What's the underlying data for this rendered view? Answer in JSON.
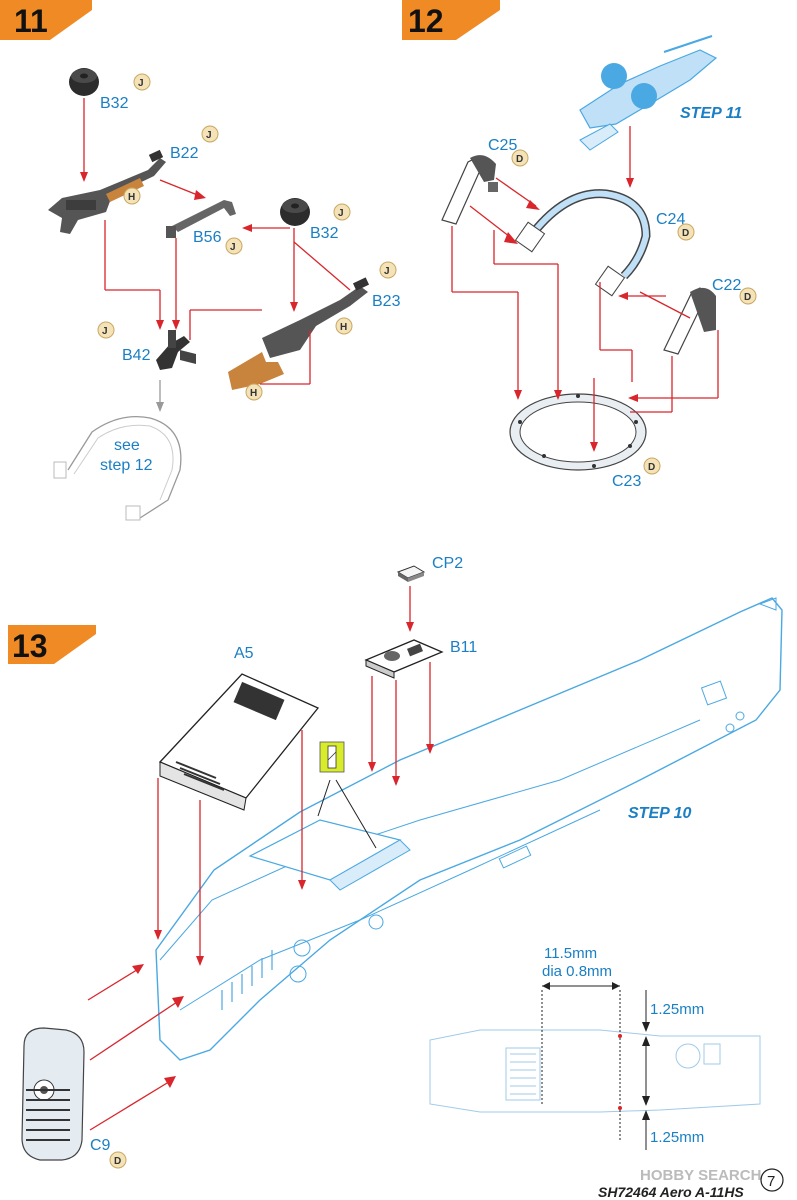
{
  "steps": {
    "s11": "11",
    "s12": "12",
    "s13": "13"
  },
  "step11": {
    "b32_top": "B32",
    "b22": "B22",
    "b56": "B56",
    "b32_right": "B32",
    "b23": "B23",
    "b42": "B42",
    "see_line1": "see",
    "see_line2": "step 12"
  },
  "step12": {
    "ref_step": "STEP 11",
    "c25": "C25",
    "c24": "C24",
    "c22": "C22",
    "c23": "C23"
  },
  "step13": {
    "cp2": "CP2",
    "a5": "A5",
    "b11": "B11",
    "ref_step": "STEP 10",
    "c9": "C9",
    "dim_len": "11.5mm",
    "dim_dia": "dia 0.8mm",
    "dim_top": "1.25mm",
    "dim_bot": "1.25mm"
  },
  "badges": {
    "J": "J",
    "H": "H",
    "D": "D"
  },
  "footer": {
    "product": "SH72464 Aero A-11HS",
    "watermark": "HOBBY SEARCH",
    "page": "7"
  },
  "colors": {
    "orange": "#f08a24",
    "label_blue": "#1a7fc4",
    "guide_red": "#d9262c",
    "wood": "#c8843c",
    "gun_dark": "#5a5a5a",
    "fuselage_blue": "#4aa8e2",
    "highlight_yellow": "#d8ec2c"
  }
}
